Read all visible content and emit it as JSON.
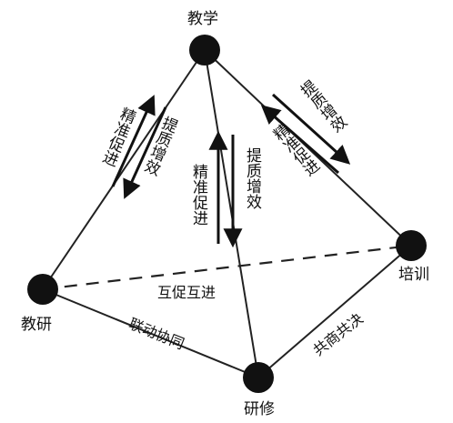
{
  "nodes": {
    "top": "教学",
    "left": "教研",
    "right": "培训",
    "bottom": "研修"
  },
  "edges": {
    "left_right": "互促互进",
    "left_bottom": "联动协同",
    "right_bottom": "共商共决"
  },
  "arrow_labels": {
    "left_up": "精准促进",
    "left_down": "提质增效",
    "center_up": "精准促进",
    "center_down": "提质增效",
    "right_up": "提质增效",
    "right_down": "精准促进"
  }
}
